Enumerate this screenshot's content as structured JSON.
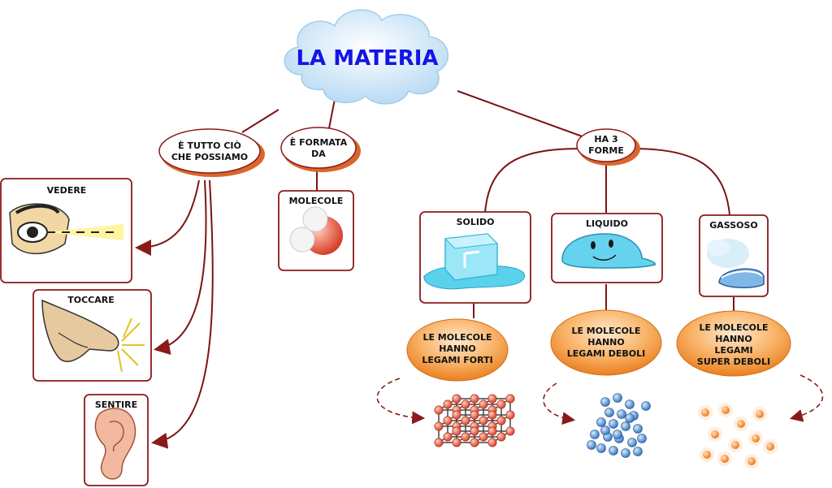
{
  "title": "LA MATERIA",
  "nodes": {
    "tutto_cio": [
      "È TUTTO CIÒ",
      "CHE POSSIAMO"
    ],
    "formata": [
      "È FORMATA",
      "DA"
    ],
    "tre_forme": [
      "HA 3",
      "FORME"
    ]
  },
  "senses": {
    "vedere": "VEDERE",
    "toccare": "TOCCARE",
    "sentire": "SENTIRE"
  },
  "molecole": "MOLECOLE",
  "states": {
    "solido": "SOLIDO",
    "liquido": "LIQUIDO",
    "gassoso": "GASSOSO"
  },
  "bonds": {
    "solido": [
      "LE MOLECOLE",
      "HANNO",
      "LEGAMI FORTI"
    ],
    "liquido": [
      "LE MOLECOLE",
      "HANNO",
      "LEGAMI DEBOLI"
    ],
    "gassoso": [
      "LE MOLECOLE",
      "HANNO",
      "LEGAMI",
      "SUPER DEBOLI"
    ]
  },
  "colors": {
    "title": "#1414e6",
    "connector": "#7a1414",
    "box_border": "#8b1a1a",
    "oval_orange": "#f08a2a",
    "cloud": "#cfe6f8"
  }
}
